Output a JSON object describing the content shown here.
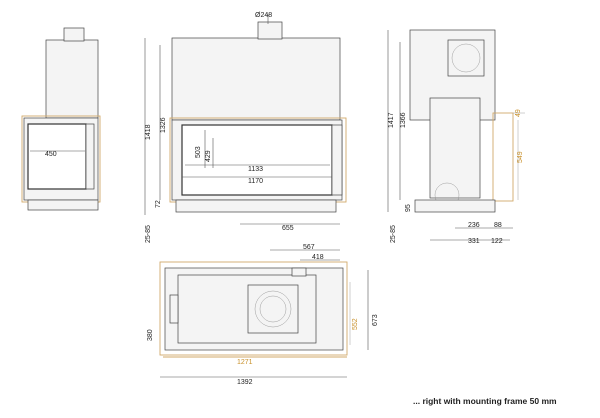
{
  "front_left": {
    "w450": "450"
  },
  "front": {
    "d248": "Ø248",
    "h1418": "1418",
    "h1326": "1326",
    "h429": "429",
    "h503": "503",
    "w1133": "1133",
    "w1170": "1170",
    "h72": "72",
    "h2585": "25-85",
    "w655": "655"
  },
  "side": {
    "h1417": "1417",
    "h1366": "1366",
    "h49": "49",
    "h549": "549",
    "h95": "95",
    "h2585": "25-85",
    "w236": "236",
    "w88": "88",
    "w331": "331",
    "w122": "122"
  },
  "top": {
    "w567": "567",
    "w418": "418",
    "h380": "380",
    "h552": "552",
    "h673": "673",
    "w1271": "1271",
    "w1392": "1392"
  },
  "caption": "... right with mounting frame 50 mm",
  "colors": {
    "line": "#555555",
    "frame": "#d2aa6a",
    "accent_text": "#c8902a"
  }
}
